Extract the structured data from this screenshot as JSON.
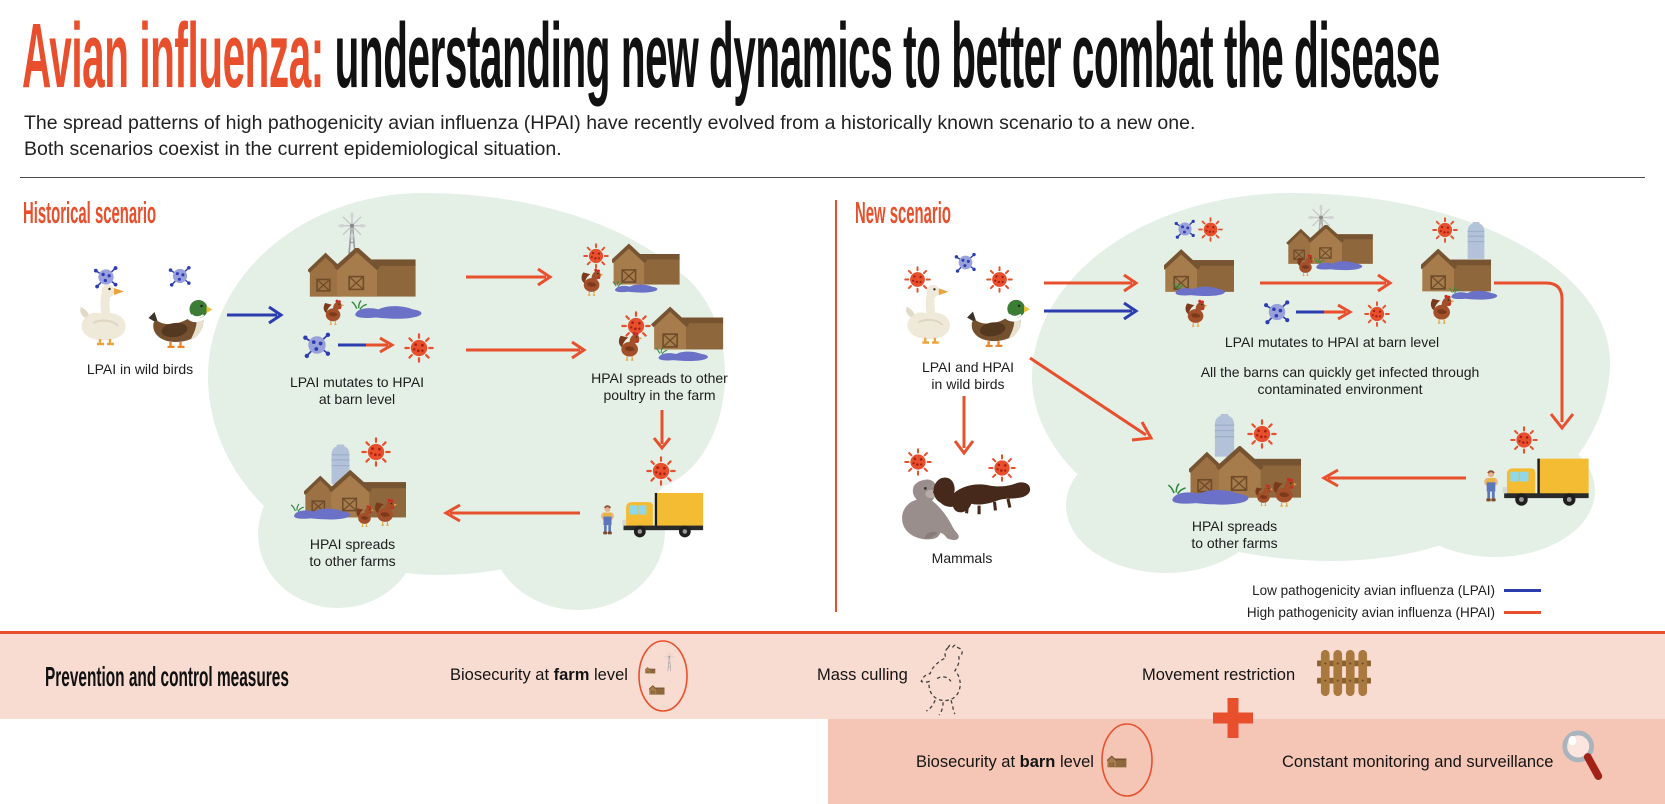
{
  "header": {
    "title_accent": "Avian influenza:",
    "title_rest": " understanding new dynamics to better combat the disease",
    "subtitle_line1": "The spread patterns of high pathogenicity avian influenza (HPAI) have recently evolved from a historically known scenario to a new one.",
    "subtitle_line2": "Both scenarios coexist in the current epidemiological situation."
  },
  "historical": {
    "title": "Historical scenario",
    "wild_birds": "LPAI in wild birds",
    "mutation": "LPAI mutates to HPAI\nat barn level",
    "spread_poultry": "HPAI spreads to other\npoultry in the farm",
    "spread_farms": "HPAI spreads\nto other farms"
  },
  "new_scenario": {
    "title": "New scenario",
    "wild_birds": "LPAI and HPAI\nin wild birds",
    "mutation": "LPAI mutates to HPAI at barn level",
    "contamination": "All the barns can quickly get infected through\ncontaminated environment",
    "mammals": "Mammals",
    "spread_farms": "HPAI spreads\nto other farms"
  },
  "legend": {
    "lpai": "Low pathogenicity avian influenza (LPAI)",
    "hpai": "High pathogenicity avian influenza (HPAI)"
  },
  "prevention": {
    "title": "Prevention and control measures",
    "biosecurity_farm": {
      "pre": "Biosecurity at ",
      "bold": "farm",
      "post": " level"
    },
    "mass_culling": "Mass culling",
    "movement_restriction": "Movement restriction",
    "biosecurity_barn": {
      "pre": "Biosecurity at ",
      "bold": "barn",
      "post": " level"
    },
    "monitoring": "Constant monitoring and surveillance"
  },
  "colors": {
    "accent_orange": "#e8502d",
    "lpai_blue": "#2b3daf",
    "blob_green": "#e4efe6",
    "band_light": "#f9dcd1",
    "band_dark": "#f5c6b6"
  }
}
